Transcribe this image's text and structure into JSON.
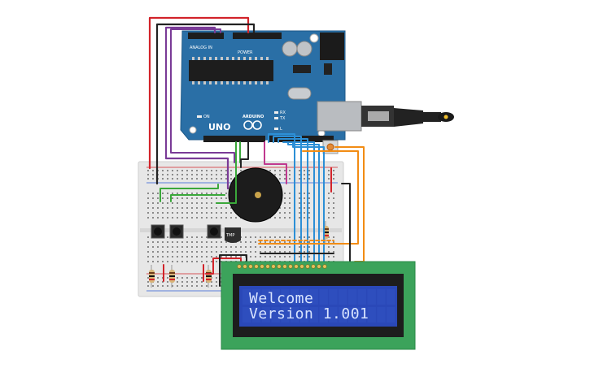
{
  "arduino": {
    "model_label": "UNO",
    "brand_label": "ARDUINO",
    "on_label": "ON",
    "tx_label": "TX",
    "rx_label": "RX",
    "l_label": "L",
    "power_label": "POWER",
    "analog_label": "ANALOG IN"
  },
  "sensor": {
    "label": "TMP"
  },
  "lcd": {
    "line1": "Welcome",
    "line2": "Version 1.001"
  },
  "colors": {
    "board": "#2a6fa6",
    "breadboard": "#e6e6e6",
    "lcd_pcb": "#3ca35b",
    "lcd_screen": "#2a48b8",
    "wire_red": "#d2232a",
    "wire_black": "#222222",
    "wire_purple": "#7a3b97",
    "wire_green": "#3aa83a",
    "wire_blue": "#2c8fd6",
    "wire_orange": "#f28c14",
    "wire_magenta": "#c0398f"
  }
}
